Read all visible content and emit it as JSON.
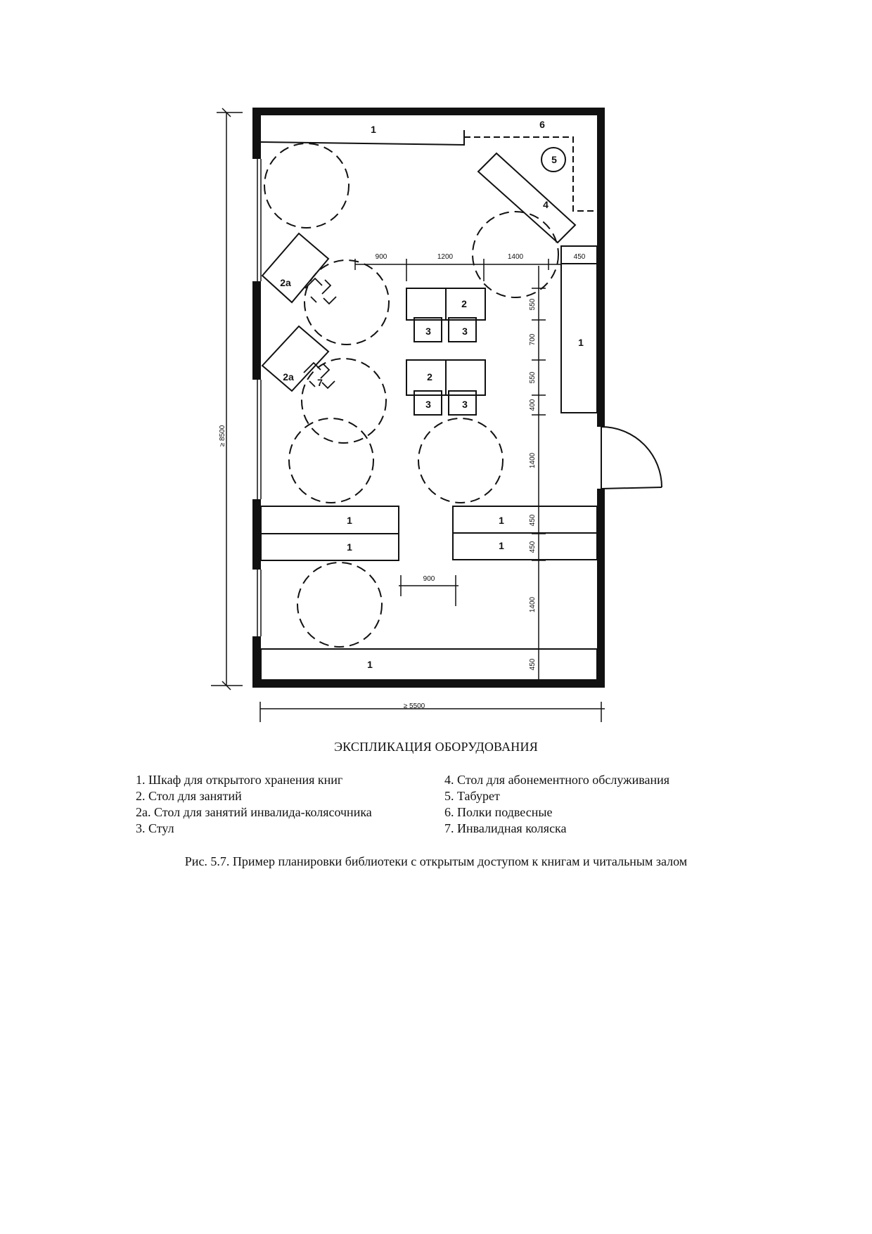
{
  "plan": {
    "label_1": "1",
    "label_2": "2",
    "label_2a": "2а",
    "label_3": "3",
    "label_4": "4",
    "label_5": "5",
    "label_6": "6",
    "label_7": "7",
    "dim_900": "900",
    "dim_1200": "1200",
    "dim_1400": "1400",
    "dim_450": "450",
    "dim_550": "550",
    "dim_700": "700",
    "dim_400": "400",
    "dim_height": "≥ 8500",
    "dim_width": "≥ 5500"
  },
  "explication": {
    "title": "ЭКСПЛИКАЦИЯ ОБОРУДОВАНИЯ",
    "left": [
      "1. Шкаф для открытого хранения книг",
      "2. Стол для занятий",
      "2а. Стол для занятий инвалида-колясочника",
      "3. Стул"
    ],
    "right": [
      "4. Стол для абонементного обслуживания",
      "5. Табурет",
      "6. Полки подвесные",
      "7. Инвалидная коляска"
    ]
  },
  "caption": "Рис. 5.7. Пример планировки библиотеки с открытым доступом к книгам и читальным залом"
}
